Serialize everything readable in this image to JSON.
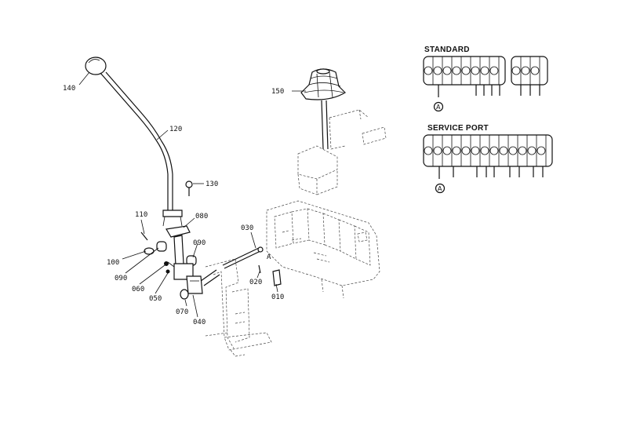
{
  "parts": {
    "p140": "140",
    "p120": "120",
    "p130": "130",
    "p150": "150",
    "p110": "110",
    "p080": "080",
    "p090a": "090",
    "p090b": "090",
    "p100": "100",
    "p060": "060",
    "p050": "050",
    "p070": "070",
    "p040": "040",
    "p030": "030",
    "p020": "020",
    "p010": "010"
  },
  "markers": {
    "main_a": "A",
    "standard_a": "A",
    "service_a": "A"
  },
  "sections": {
    "standard": "STANDARD",
    "service_port": "SERVICE PORT"
  }
}
